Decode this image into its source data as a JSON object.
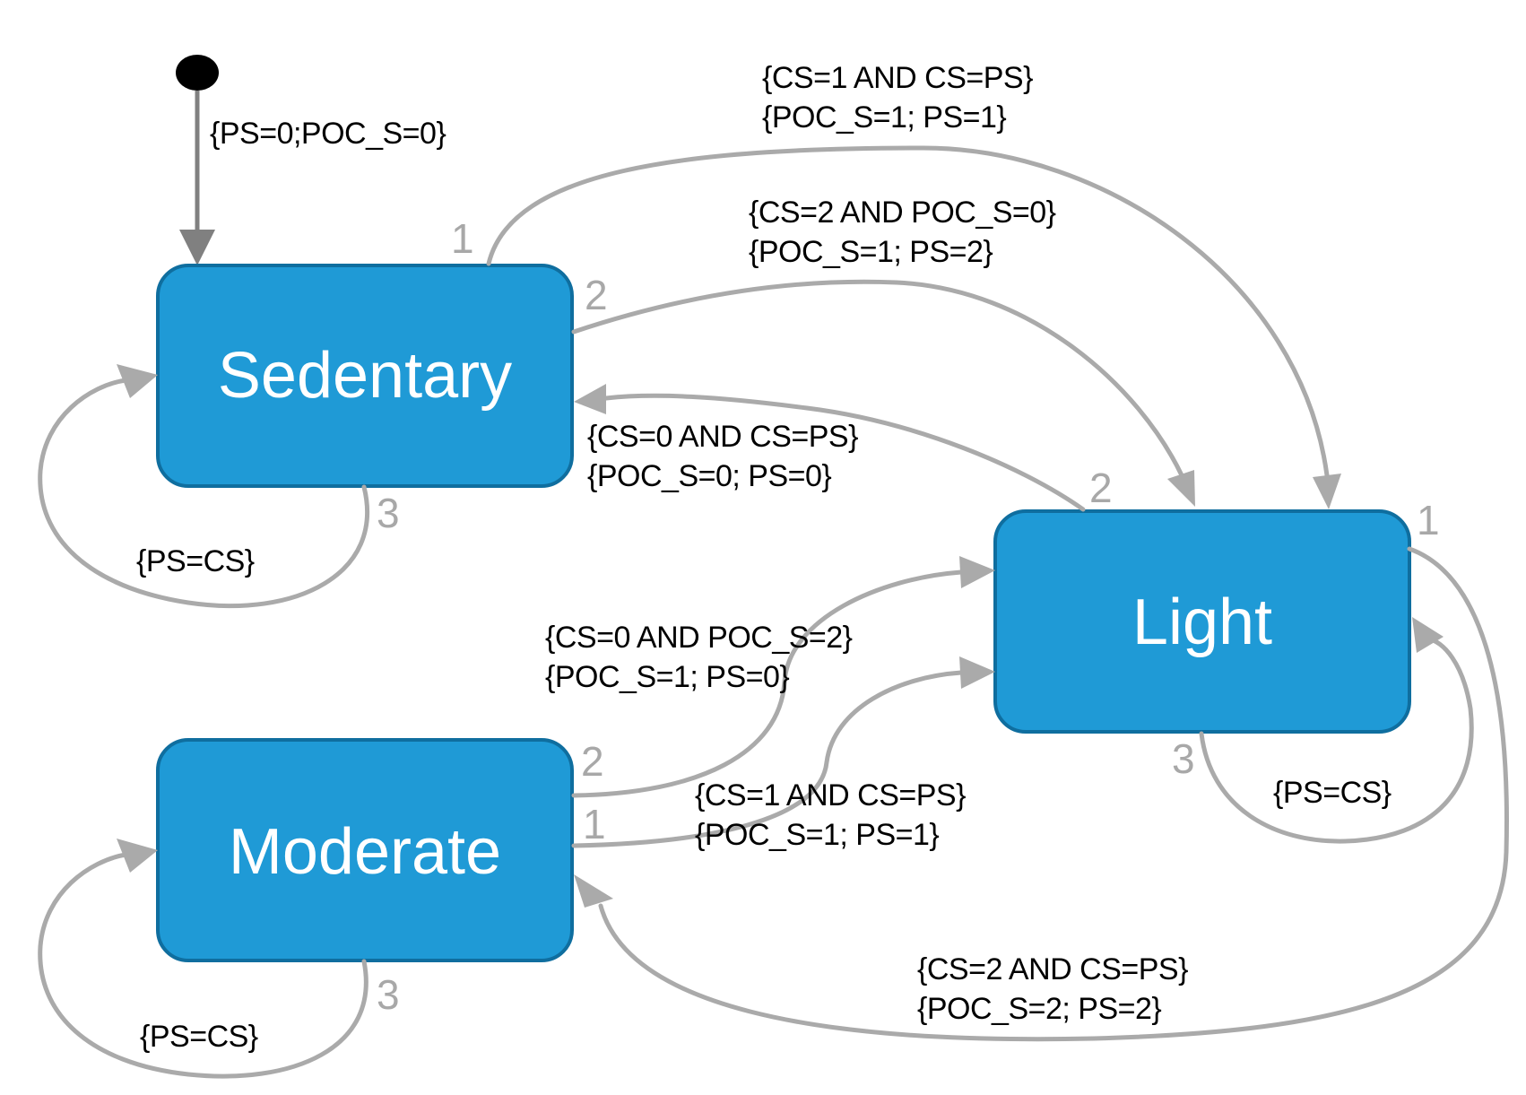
{
  "states": {
    "sedentary": "Sedentary",
    "light": "Light",
    "moderate": "Moderate"
  },
  "initial": {
    "label": "{PS=0;POC_S=0}"
  },
  "transitions": {
    "sed_to_light_1": {
      "priority": "1",
      "line1": "{CS=1 AND CS=PS}",
      "line2": "{POC_S=1; PS=1}"
    },
    "sed_to_light_2": {
      "priority": "2",
      "line1": "{CS=2 AND POC_S=0}",
      "line2": "{POC_S=1; PS=2}"
    },
    "light_to_sed": {
      "priority": "2",
      "line1": "{CS=0 AND CS=PS}",
      "line2": "{POC_S=0; PS=0}"
    },
    "sed_self": {
      "priority": "3",
      "label": "{PS=CS}"
    },
    "mod_to_light_2": {
      "priority": "2",
      "line1": "{CS=0 AND POC_S=2}",
      "line2": "{POC_S=1; PS=0}"
    },
    "mod_to_light_1": {
      "priority": "1",
      "line1": "{CS=1 AND CS=PS}",
      "line2": "{POC_S=1; PS=1}"
    },
    "light_self": {
      "priority": "3",
      "label": "{PS=CS}"
    },
    "light_to_mod": {
      "priority": "1",
      "line1": "{CS=2 AND CS=PS}",
      "line2": "{POC_S=2; PS=2}"
    },
    "mod_self": {
      "priority": "3",
      "label": "{PS=CS}"
    }
  },
  "colors": {
    "state_fill": "#1f9ad6",
    "state_border": "#0f6e9f",
    "edge": "#aaaaaa",
    "initial_edge": "#808080",
    "priority_number": "#a8a8a8"
  }
}
